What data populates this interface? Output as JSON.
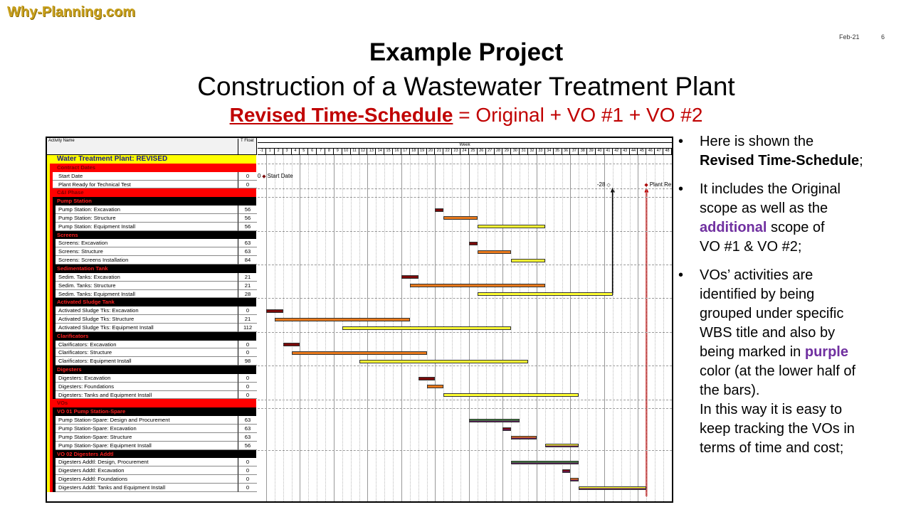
{
  "logo": "Why-Planning.com",
  "slide_date": "Feb-21",
  "slide_number": "6",
  "title": "Example Project",
  "subtitle": "Construction of a Wastewater Treatment Plant",
  "subtitle2": {
    "underlined": "Revised Time-Schedule",
    "rest": " = Original + VO #1 + VO #2"
  },
  "table": {
    "col_activity": "Activity Name",
    "col_float": "T Float",
    "week_label": "Week",
    "weeks": [
      "-1",
      "1",
      "2",
      "3",
      "4",
      "5",
      "6",
      "7",
      "8",
      "9",
      "10",
      "11",
      "12",
      "13",
      "14",
      "15",
      "16",
      "17",
      "18",
      "19",
      "20",
      "21",
      "22",
      "23",
      "24",
      "25",
      "26",
      "27",
      "28",
      "29",
      "30",
      "31",
      "32",
      "33",
      "34",
      "35",
      "36",
      "37",
      "38",
      "39",
      "40",
      "41",
      "42",
      "43",
      "44",
      "45",
      "46",
      "47",
      "48"
    ]
  },
  "rows": [
    {
      "type": "title",
      "name": "Water Treatment Plant: REVISED"
    },
    {
      "type": "phase",
      "name": "Contract Dates"
    },
    {
      "type": "act1",
      "name": "Start Date",
      "float": "0",
      "milestone": {
        "week": 1,
        "label": "Start Date",
        "float_label": "0"
      }
    },
    {
      "type": "act1",
      "name": "Plant Ready for Technical Test",
      "float": "0",
      "milestone2": {
        "week": 42,
        "float_label": "-28",
        "label_week": 46,
        "label": "Plant Re"
      }
    },
    {
      "type": "phase",
      "name": "C&I Phase"
    },
    {
      "type": "group",
      "name": "Pump Station"
    },
    {
      "type": "act",
      "name": "Pump Station: Excavation",
      "float": "56",
      "bar": [
        21,
        22,
        "exc"
      ]
    },
    {
      "type": "act",
      "name": "Pump Station: Structure",
      "float": "56",
      "bar": [
        22,
        26,
        "str"
      ]
    },
    {
      "type": "act",
      "name": "Pump Station: Equipment Install",
      "float": "56",
      "bar": [
        26,
        34,
        "eq"
      ]
    },
    {
      "type": "group",
      "name": "Screens"
    },
    {
      "type": "act",
      "name": "Screens: Excavation",
      "float": "63",
      "bar": [
        25,
        26,
        "exc"
      ]
    },
    {
      "type": "act",
      "name": "Screens: Structure",
      "float": "63",
      "bar": [
        26,
        30,
        "str"
      ]
    },
    {
      "type": "act",
      "name": "Screens: Screens Installation",
      "float": "84",
      "bar": [
        30,
        34,
        "eq"
      ]
    },
    {
      "type": "group",
      "name": "Sedimentation Tank"
    },
    {
      "type": "act",
      "name": "Sedim. Tanks: Excavation",
      "float": "21",
      "bar": [
        17,
        19,
        "exc"
      ]
    },
    {
      "type": "act",
      "name": "Sedim. Tanks: Structure",
      "float": "21",
      "bar": [
        18,
        34,
        "str"
      ]
    },
    {
      "type": "act",
      "name": "Sedim. Tanks: Equipment Install",
      "float": "28",
      "bar": [
        26,
        42,
        "eq"
      ]
    },
    {
      "type": "group",
      "name": "Activated Sludge Tank"
    },
    {
      "type": "act",
      "name": "Activated Sludge Tks: Excavation",
      "float": "0",
      "bar": [
        1,
        3,
        "exc"
      ]
    },
    {
      "type": "act",
      "name": "Activated Sludge Tks: Structure",
      "float": "21",
      "bar": [
        2,
        18,
        "str"
      ]
    },
    {
      "type": "act",
      "name": "Activated Sludge Tks: Equipment Install",
      "float": "112",
      "bar": [
        10,
        30,
        "eq"
      ]
    },
    {
      "type": "group",
      "name": "Clarificators"
    },
    {
      "type": "act",
      "name": "Clarificators: Excavation",
      "float": "0",
      "bar": [
        3,
        5,
        "exc"
      ]
    },
    {
      "type": "act",
      "name": "Clarificators: Structure",
      "float": "0",
      "bar": [
        4,
        20,
        "str"
      ]
    },
    {
      "type": "act",
      "name": "Clarificators: Equipment Install",
      "float": "98",
      "bar": [
        12,
        32,
        "eq"
      ]
    },
    {
      "type": "group",
      "name": "Digesters"
    },
    {
      "type": "act",
      "name": "Digesters: Excavation",
      "float": "0",
      "bar": [
        19,
        21,
        "exc"
      ]
    },
    {
      "type": "act",
      "name": "Digesters: Foundations",
      "float": "0",
      "bar": [
        20,
        22,
        "str"
      ]
    },
    {
      "type": "act",
      "name": "Digesters: Tanks and Equipment Install",
      "float": "0",
      "bar": [
        22,
        38,
        "eq"
      ]
    },
    {
      "type": "phase",
      "name": "VOs"
    },
    {
      "type": "group",
      "name": "VO 01 Pump Station-Spare"
    },
    {
      "type": "act",
      "name": "Pump Station-Spare: Design and Procurement",
      "float": "63",
      "bar": [
        25,
        31,
        "des",
        true
      ]
    },
    {
      "type": "act",
      "name": "Pump Station-Spare: Excavation",
      "float": "63",
      "bar": [
        29,
        30,
        "exc",
        true
      ]
    },
    {
      "type": "act",
      "name": "Pump Station-Spare: Structure",
      "float": "63",
      "bar": [
        30,
        33,
        "str",
        true
      ]
    },
    {
      "type": "act",
      "name": "Pump Station-Spare: Equipment Install",
      "float": "56",
      "bar": [
        34,
        38,
        "eq",
        true
      ]
    },
    {
      "type": "group",
      "name": "VO 02 Digesters Addtl"
    },
    {
      "type": "act",
      "name": "Digesters Addtl: Design, Procurement",
      "float": "0",
      "bar": [
        30,
        38,
        "des",
        true
      ]
    },
    {
      "type": "act",
      "name": "Digesters Addtl: Excavation",
      "float": "0",
      "bar": [
        36,
        37,
        "exc",
        true
      ]
    },
    {
      "type": "act",
      "name": "Digesters Addtl: Foundations",
      "float": "0",
      "bar": [
        37,
        38,
        "str",
        true
      ]
    },
    {
      "type": "act",
      "name": "Digesters Addtl: Tanks and Equipment Install",
      "float": "0",
      "bar": [
        38,
        46,
        "eq",
        true
      ]
    }
  ],
  "colors": {
    "exc": "#7a0a0a",
    "str": "#e8791c",
    "eq": "#ffff33",
    "des": "#3a8a3a",
    "vo": "#5a1a5a",
    "phase": "#ff0000",
    "title": "#ffff00",
    "group": "#000000"
  },
  "bullets": [
    [
      [
        [
          "Here is shown the",
          ""
        ]
      ],
      [
        [
          "Revised Time-Schedule",
          "b"
        ],
        [
          ";",
          ""
        ]
      ]
    ],
    [
      [
        [
          "It includes the Original",
          ""
        ]
      ],
      [
        [
          "scope as well as the",
          ""
        ]
      ],
      [
        [
          "additional",
          "p"
        ],
        [
          " scope of",
          ""
        ]
      ],
      [
        [
          "VO #1 & VO #2;",
          ""
        ]
      ]
    ],
    [
      [
        [
          "VOs’ activities are",
          ""
        ]
      ],
      [
        [
          "identified by being",
          ""
        ]
      ],
      [
        [
          "grouped under specific",
          ""
        ]
      ],
      [
        [
          "WBS title and also by",
          ""
        ]
      ],
      [
        [
          "being marked in ",
          ""
        ],
        [
          "purple",
          "p"
        ]
      ],
      [
        [
          "color (at the lower half of",
          ""
        ]
      ],
      [
        [
          "the bars).",
          ""
        ]
      ],
      [
        [
          "In this way it is easy to",
          ""
        ]
      ],
      [
        [
          "keep tracking the VOs in",
          ""
        ]
      ],
      [
        [
          "terms of time and cost;",
          ""
        ]
      ]
    ]
  ]
}
